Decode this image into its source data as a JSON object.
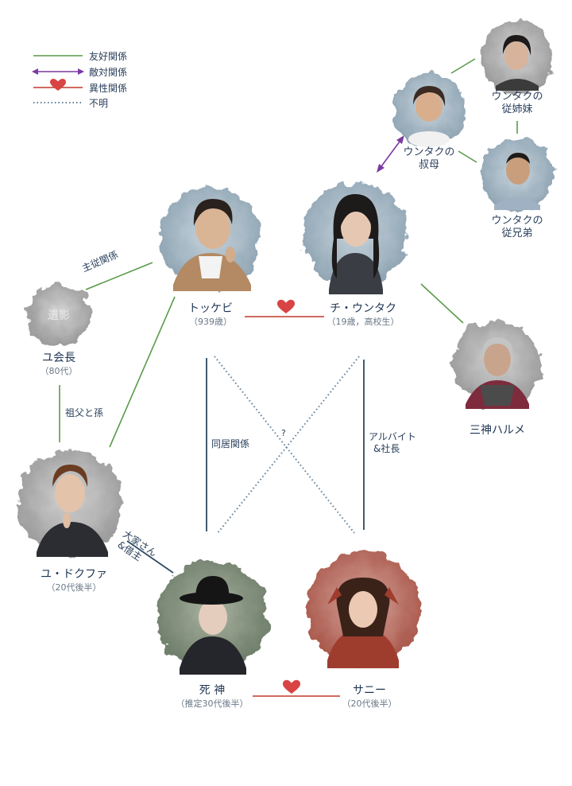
{
  "legend": {
    "friendly": "友好関係",
    "hostile": "敵対関係",
    "romantic": "異性関係",
    "unknown": "不明"
  },
  "characters": {
    "dokkaebi": {
      "name": "トッケビ",
      "note": "（939歳）"
    },
    "euntak": {
      "name": "チ・ウンタク",
      "note": "（19歳，高校生）"
    },
    "aunt": {
      "name_line1": "ウンタクの",
      "name_line2": "叔母"
    },
    "cousin_f": {
      "name_line1": "ウンタクの",
      "name_line2": "従姉妹"
    },
    "cousin_m": {
      "name_line1": "ウンタクの",
      "name_line2": "従兄弟"
    },
    "chairman": {
      "name": "ユ会長",
      "note": "（80代）",
      "portrait_text": "遺影"
    },
    "samsin": {
      "name": "三神ハルメ"
    },
    "deokhwa": {
      "name": "ユ・ドクファ",
      "note": "（20代後半）"
    },
    "reaper": {
      "name": "死 神",
      "note": "（推定30代後半）"
    },
    "sunny": {
      "name": "サニー",
      "note": "（20代後半）"
    }
  },
  "relations": {
    "master_servant": "主従関係",
    "grandfather_grandson": "祖父と孫",
    "cohabiting": "同居関係",
    "unknown_mark": "?",
    "parttime_line1": "アルバイト",
    "parttime_line2": "&社長",
    "landlord_line1": "大家さん",
    "landlord_line2": "&借主"
  },
  "colors": {
    "friendly": "#5a9a4a",
    "hostile": "#7a3aa0",
    "romantic": "#c0392b",
    "unknown": "#5f7f99",
    "dark_line": "#2e4a63",
    "heart": "#d84444"
  }
}
